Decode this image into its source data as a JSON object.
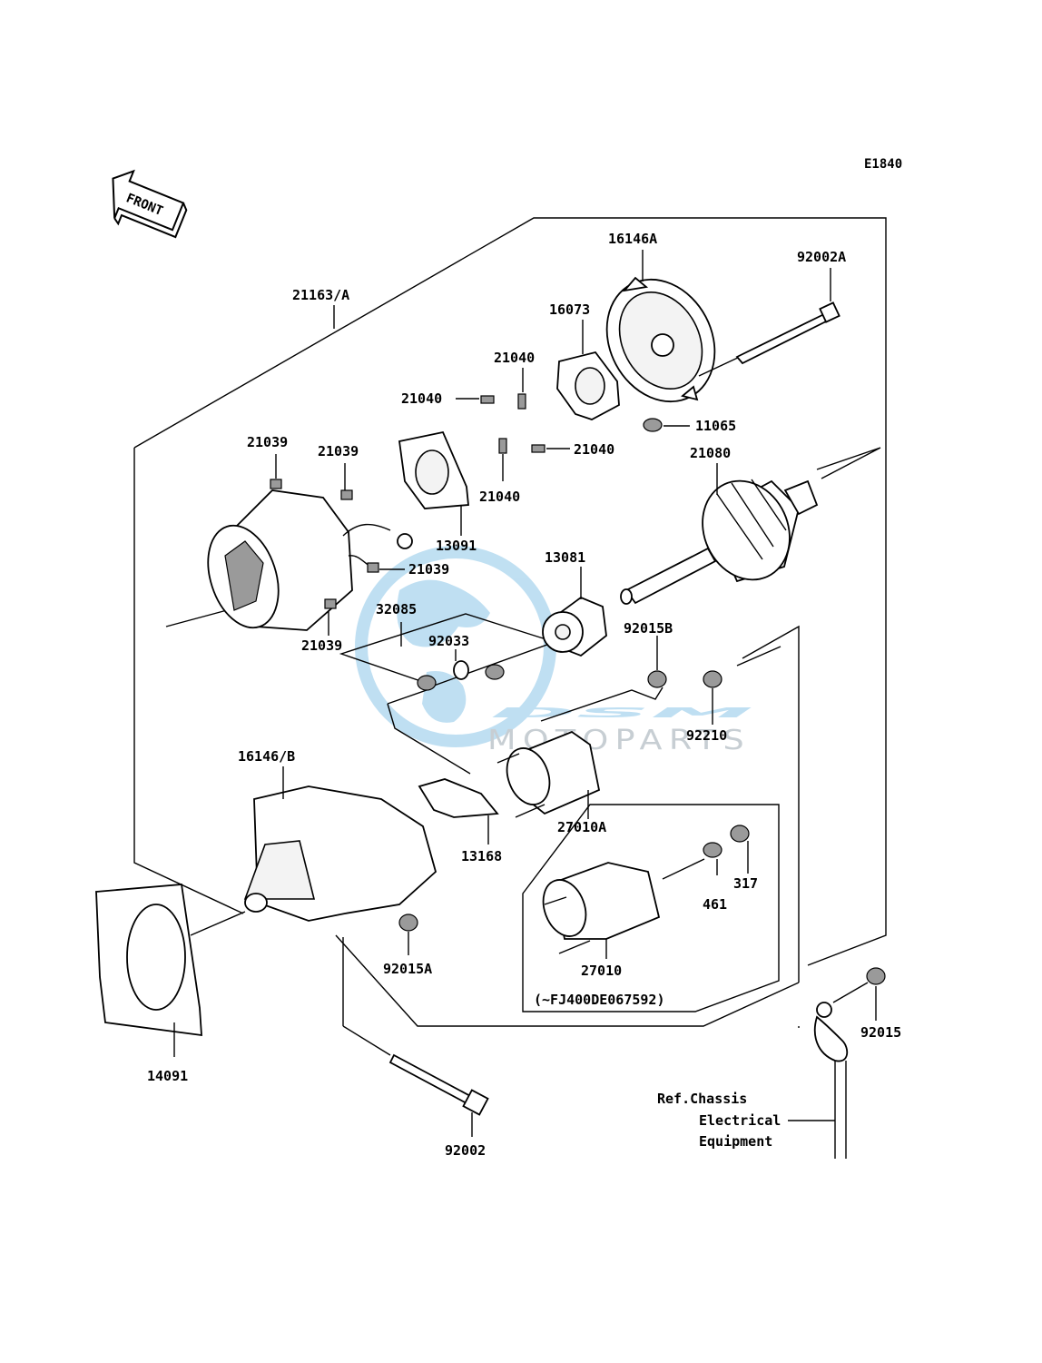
{
  "diagram_code": "E1840",
  "front_label": "FRONT",
  "watermark": {
    "brand": "DSM",
    "sub": "MOTOPARTS",
    "color": "#8cc6e8"
  },
  "parts": {
    "p21163A": "21163/A",
    "p16146A": "16146A",
    "p92002A": "92002A",
    "p16073": "16073",
    "p21040_a": "21040",
    "p21040_b": "21040",
    "p21040_c": "21040",
    "p21040_d": "21040",
    "p11065": "11065",
    "p21039_a": "21039",
    "p21039_b": "21039",
    "p21039_c": "21039",
    "p21039_d": "21039",
    "p13091": "13091",
    "p21080": "21080",
    "p13081": "13081",
    "p32085": "32085",
    "p92033": "92033",
    "p92015B": "92015B",
    "p92210": "92210",
    "p16146B": "16146/B",
    "p27010A": "27010A",
    "p13168": "13168",
    "p461": "461",
    "p317": "317",
    "p27010": "27010",
    "p92015A": "92015A",
    "p92015": "92015",
    "p14091": "14091",
    "p92002": "92002"
  },
  "serial_note": "(~FJ400DE067592)",
  "ref_note": {
    "line1": "Ref.Chassis",
    "line2": "Electrical",
    "line3": "Equipment"
  }
}
